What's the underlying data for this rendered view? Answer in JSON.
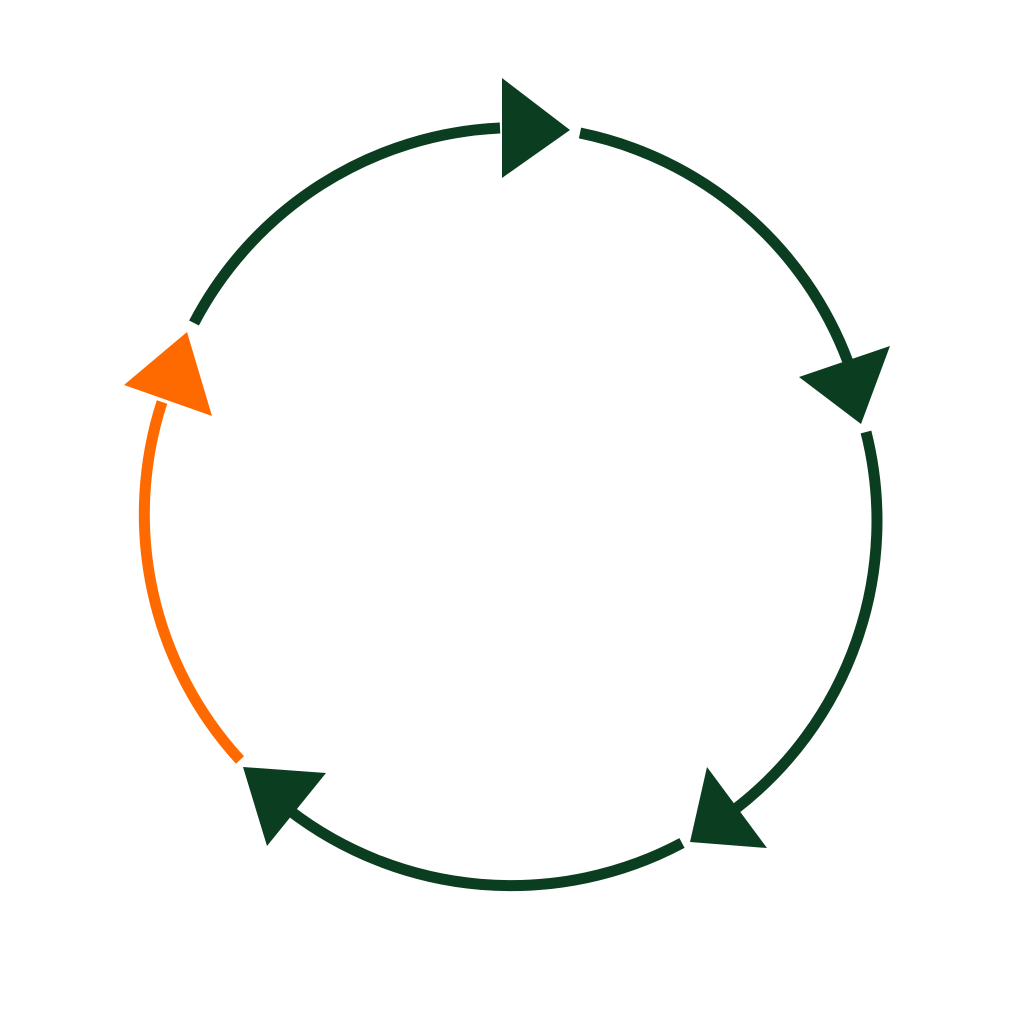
{
  "diagram": {
    "type": "cycle",
    "direction": "clockwise",
    "colors": {
      "primary": "#0b3d20",
      "accent": "#ff6a00",
      "background": "#ffffff"
    },
    "segments": [
      {
        "id": "segment-1",
        "color": "primary",
        "highlighted": false
      },
      {
        "id": "segment-2",
        "color": "primary",
        "highlighted": false
      },
      {
        "id": "segment-3",
        "color": "primary",
        "highlighted": false
      },
      {
        "id": "segment-4",
        "color": "primary",
        "highlighted": false
      },
      {
        "id": "segment-5",
        "color": "accent",
        "highlighted": true
      }
    ]
  }
}
